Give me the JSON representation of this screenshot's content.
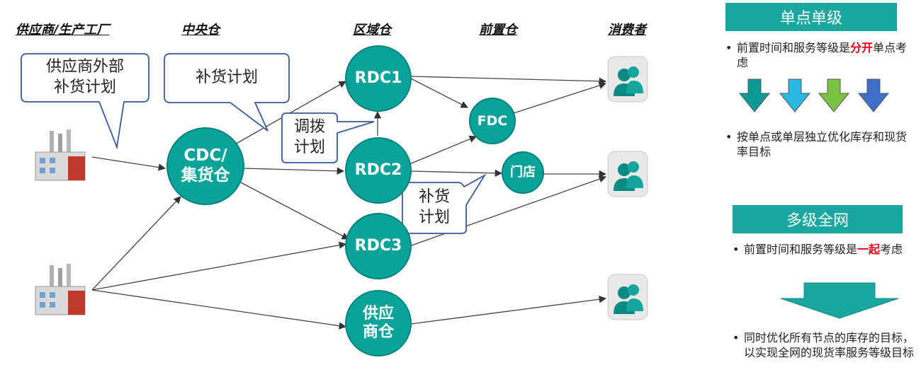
{
  "headers": {
    "supplier": "供应商/生产工厂",
    "cdc": "中央仓",
    "rdc": "区域仓",
    "fdc": "前置仓",
    "consumer": "消费者"
  },
  "nodes": {
    "cdc": "CDC/\n集货仓",
    "rdc1": "RDC1",
    "rdc2": "RDC2",
    "rdc3": "RDC3",
    "supplier_wh": "供应\n商仓",
    "fdc": "FDC",
    "store": "门店"
  },
  "callouts": {
    "supplier_plan": "供应商外部\n补货计划",
    "cdc_plan": "补货计划",
    "transfer_plan": "调拨\n计划",
    "replenish_plan": "补货\n计划"
  },
  "panel_single": {
    "title": "单点单级",
    "bullet1_pre": "前置时间和服务等级是",
    "bullet1_em": "分开",
    "bullet1_post": "单点考虑",
    "bullet2": "按单点或单层独立优化库存和现货率目标",
    "arrow_colors": [
      "#0a9a93",
      "#2ab7e0",
      "#7cc242",
      "#3f6fc8"
    ]
  },
  "panel_multi": {
    "title": "多级全网",
    "bullet1_pre": "前置时间和服务等级是",
    "bullet1_em": "一起",
    "bullet1_post": "考虑",
    "bullet2": "同时优化所有节点的库存的目标，以实现全网的现货率服务等级目标",
    "arrow_color": "#1aa7a0"
  },
  "icons": {
    "factory": "factory-icon",
    "consumer": "users-icon"
  },
  "colors": {
    "node_fill": "#0aa39a",
    "accent_red": "#e3001b",
    "panel_title": "#1aa7a0"
  }
}
